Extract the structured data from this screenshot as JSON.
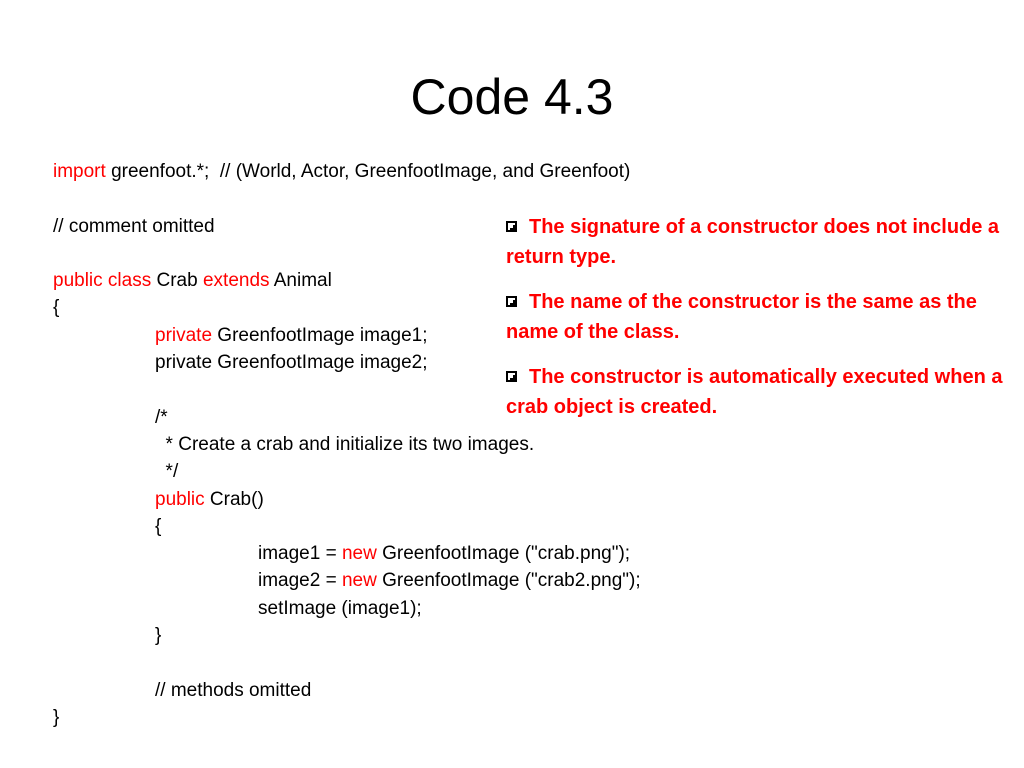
{
  "slide": {
    "title": "Code 4.3",
    "code": {
      "l1_kw": "import",
      "l1_rest": " greenfoot.*;  // (World, Actor, GreenfootImage, and Greenfoot)",
      "l2": "// comment omitted",
      "l3_kw": "public class",
      "l3_a": " Crab ",
      "l3_kw2": "extends",
      "l3_b": " Animal",
      "l4": "{",
      "l5_kw": "private",
      "l5_rest": " GreenfootImage image1;",
      "l6": "private GreenfootImage image2;",
      "l7": "/*",
      "l8": "  * Create a crab and initialize its two images.",
      "l9": "  */",
      "l10_kw": "public",
      "l10_rest": " Crab()",
      "l11": "{",
      "l12_a": "image1 = ",
      "l12_kw": "new",
      "l12_b": " GreenfootImage (\"crab.png\");",
      "l13_a": "image2 = ",
      "l13_kw": "new",
      "l13_b": " GreenfootImage (\"crab2.png\");",
      "l14": "setImage (image1);",
      "l15": "}",
      "l16": "// methods omitted",
      "l17": "}"
    },
    "bullets": [
      {
        "icon": "checkbox-bullet-icon",
        "text": "The signature of a constructor does not include a return type."
      },
      {
        "icon": "checkbox-bullet-icon",
        "text": "The name of the constructor is the same as the name of the class."
      },
      {
        "icon": "checkbox-bullet-icon",
        "text": "The constructor is automatically executed when a crab object is created."
      }
    ],
    "colors": {
      "keyword": "#ff0000",
      "bullet_text": "#ff0000",
      "text": "#000000",
      "background": "#ffffff"
    }
  }
}
